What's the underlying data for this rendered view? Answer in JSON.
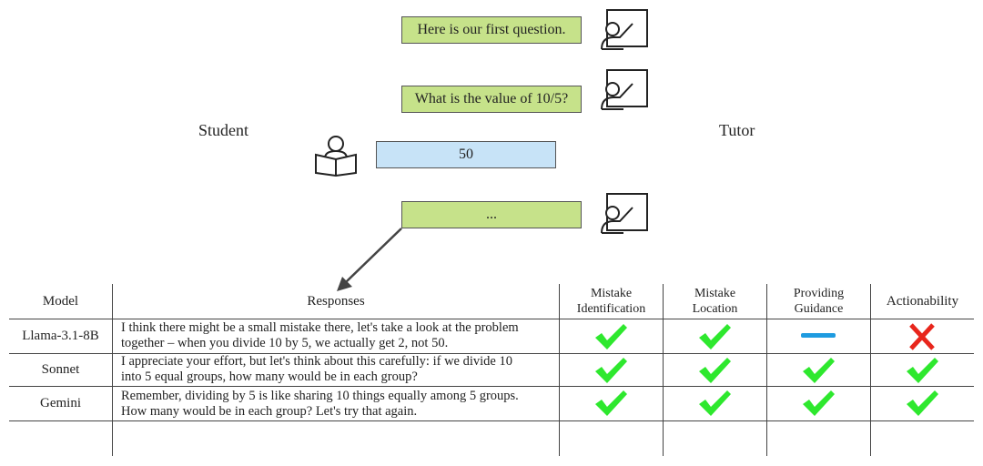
{
  "roles": {
    "student": "Student",
    "tutor": "Tutor"
  },
  "dialogue": [
    {
      "speaker": "tutor",
      "text": "Here is our first question."
    },
    {
      "speaker": "tutor",
      "text": "What is the value of 10/5?"
    },
    {
      "speaker": "student",
      "text": "50"
    },
    {
      "speaker": "tutor",
      "text": "..."
    }
  ],
  "table": {
    "headers": {
      "model": "Model",
      "responses": "Responses",
      "mistake_identification": [
        "Mistake",
        "Identification"
      ],
      "mistake_location": [
        "Mistake",
        "Location"
      ],
      "providing_guidance": [
        "Providing",
        "Guidance"
      ],
      "actionability": "Actionability"
    },
    "rows": [
      {
        "model": "Llama-3.1-8B",
        "response": [
          "I think there might be a small mistake there, let's take a look at the problem",
          "together – when you divide 10 by 5, we actually get 2, not 50."
        ],
        "marks": [
          "check",
          "check",
          "dash",
          "cross"
        ]
      },
      {
        "model": "Sonnet",
        "response": [
          "I appreciate your effort, but let's think about this carefully: if we divide 10",
          "into 5 equal groups, how many would be in each group?"
        ],
        "marks": [
          "check",
          "check",
          "check",
          "check"
        ]
      },
      {
        "model": "Gemini",
        "response": [
          "Remember, dividing by 5 is like sharing 10 things equally among 5 groups.",
          "How many would be in each group? Let's try that again."
        ],
        "marks": [
          "check",
          "check",
          "check",
          "check"
        ]
      }
    ]
  },
  "colors": {
    "tutor_bubble": "#c6e28a",
    "student_bubble": "#c7e3f7",
    "check": "#2ee82e",
    "cross": "#e8261c",
    "dash": "#1e9be0"
  },
  "icons": {
    "tutor": "teacher-at-board-icon",
    "student": "student-reading-icon"
  }
}
